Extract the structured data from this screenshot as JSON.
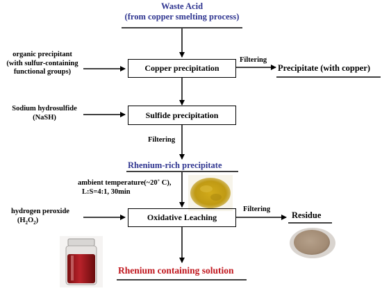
{
  "header": {
    "line1": "Waste Acid",
    "line2": "(from copper smelting process)"
  },
  "reagents": {
    "organic_1": "organic precipitant",
    "organic_2": "(with sulfur-containing",
    "organic_3": "functional groups)",
    "nash_1": "Sodium hydrosulfide",
    "nash_2": "(NaSH)",
    "conditions_1": "ambient temperature(~20˚ C),",
    "conditions_2": "L:S=4:1, 30min",
    "h2o2_1": "hydrogen peroxide",
    "h2o2_2a": "(H",
    "h2o2_2b": "2",
    "h2o2_2c": "O",
    "h2o2_2d": "2",
    "h2o2_2e": ")"
  },
  "steps": {
    "copper": "Copper precipitation",
    "sulfide": "Sulfide precipitation",
    "oxidative": "Oxidative Leaching"
  },
  "labels": {
    "filtering_1": "Filtering",
    "filtering_2": "Filtering",
    "filtering_3": "Filtering"
  },
  "outputs": {
    "precipitate": "Precipitate (with copper)",
    "rhenium_rich": "Rhenium-rich precipitate",
    "residue": "Residue",
    "solution": "Rhenium containing solution"
  },
  "colors": {
    "header_blue": "#2f3590",
    "solution_red": "#c0161d"
  }
}
